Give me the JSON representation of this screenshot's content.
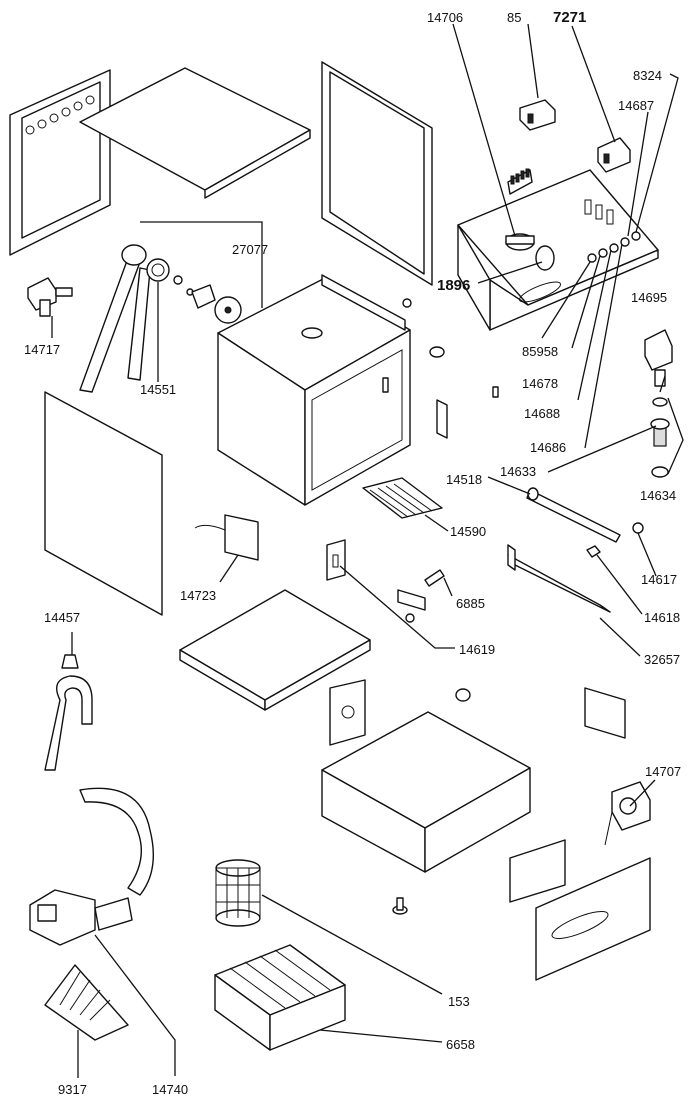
{
  "labels": {
    "l14706": "14706",
    "l85": "85",
    "l7271": "7271",
    "l8324": "8324",
    "l14687": "14687",
    "l27077": "27077",
    "l1896": "1896",
    "l14717": "14717",
    "l14551": "14551",
    "l85958": "85958",
    "l14695": "14695",
    "l14678": "14678",
    "l14688": "14688",
    "l14686": "14686",
    "l14633": "14633",
    "l14518": "14518",
    "l14634": "14634",
    "l14590": "14590",
    "l14723": "14723",
    "l14617": "14617",
    "l6885": "6885",
    "l14618": "14618",
    "l14457": "14457",
    "l14619": "14619",
    "l32657": "32657",
    "l14707": "14707",
    "l153": "153",
    "l6658": "6658",
    "l9317": "9317",
    "l14740": "14740"
  }
}
